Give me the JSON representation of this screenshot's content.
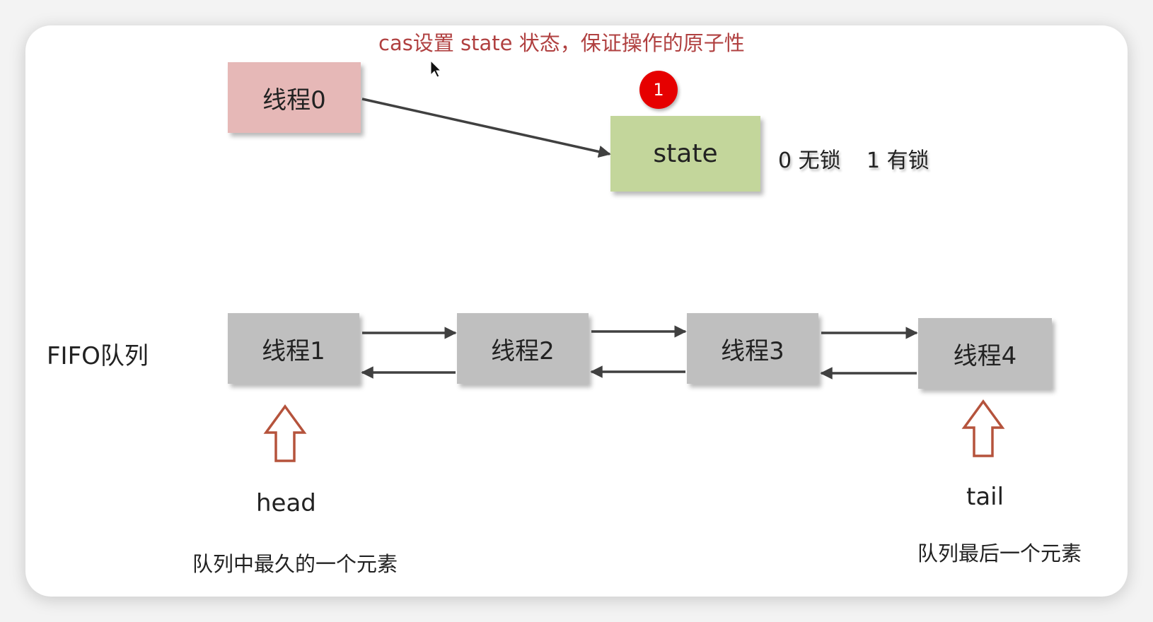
{
  "header_note": "cas设置 state 状态，保证操作的原子性",
  "thread0": "线程0",
  "state_box": "state",
  "badge_number": "1",
  "state_values": {
    "unlocked": "0 无锁",
    "locked": "1 有锁"
  },
  "queue_label": "FIFO队列",
  "queue_nodes": [
    "线程1",
    "线程2",
    "线程3",
    "线程4"
  ],
  "head_label": "head",
  "head_desc": "队列中最久的一个元素",
  "tail_label": "tail",
  "tail_desc": "队列最后一个元素",
  "colors": {
    "thread0_fill": "#e6b8b7",
    "state_fill": "#c3d69b",
    "queue_fill": "#bfbfbf",
    "note_text": "#b04040",
    "pointer_arrow": "#b5533c",
    "badge": "#e60000"
  }
}
